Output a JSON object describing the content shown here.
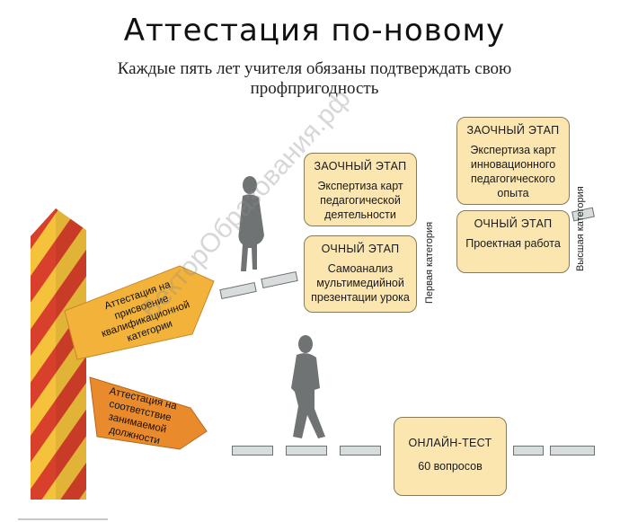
{
  "title": "Аттестация по-новому",
  "subtitle": "Каждые пять лет учителя обязаны подтверждать свою профпригодность",
  "signs": {
    "upper": "Аттестация на присвоение квалификационной категории",
    "lower": "Аттестация на соответствие занимаемой должности"
  },
  "first_category": {
    "label": "Первая категория",
    "correspondence_stage": {
      "heading": "ЗАОЧНЫЙ ЭТАП",
      "body": "Экспертиза карт педагогической деятельности"
    },
    "in_person_stage": {
      "heading": "ОЧНЫЙ ЭТАП",
      "body": "Самоанализ мультимедийной презентации урока"
    }
  },
  "highest_category": {
    "label": "Высшая категория",
    "correspondence_stage": {
      "heading": "ЗАОЧНЫЙ ЭТАП",
      "body": "Экспертиза карт инновационного педагогического опыта"
    },
    "in_person_stage": {
      "heading": "ОЧНЫЙ ЭТАП",
      "body": "Проектная работа"
    }
  },
  "online_test": {
    "heading": "ОНЛАЙН-ТЕСТ",
    "body": "60 вопросов"
  },
  "watermark": "ВекторОбразования.рф",
  "colors": {
    "box_fill": "#fbe6b0",
    "sign_fill": "#f3b23a",
    "post_red": "#d8402b",
    "post_yellow": "#f5c33b",
    "figure_gray": "#6f7373",
    "tile_fill": "#d8dcdc"
  }
}
